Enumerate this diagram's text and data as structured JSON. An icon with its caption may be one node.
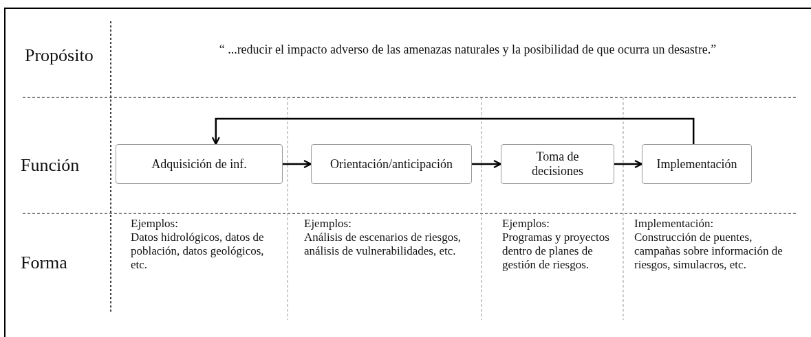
{
  "diagram": {
    "nodes": [
      {
        "text": [
          "Adquisición de inf."
        ]
      },
      {
        "text": [
          "Orientación/anticipación"
        ]
      },
      {
        "text": [
          "Toma de decisiones"
        ]
      },
      {
        "text": [
          "Implementación"
        ]
      }
    ],
    "edges": [
      {
        "from": 0,
        "to": 1,
        "arrow": "to"
      },
      {
        "from": 1,
        "to": 2,
        "arrow": "to"
      },
      {
        "from": 2,
        "to": 3,
        "arrow": "to"
      },
      {
        "from": 3,
        "to": 0,
        "arrow": "to"
      }
    ],
    "labels": [
      "Propósito",
      "“ ...reducir el impacto adverso de las amenazas naturales y la posibilidad de que ocurra un desastre.”",
      "Función",
      "Forma",
      "Ejemplos:",
      "Datos hidrológicos, datos de población, datos geológicos, etc.",
      "Ejemplos:",
      "Análisis de escenarios de riesgos, análisis de vulnerabilidades, etc.",
      "Ejemplos:",
      "Programas y proyectos dentro de planes de gestión de riesgos.",
      "Implementación:",
      "Construcción de puentes, campañas sobre información de riesgos, simulacros, etc."
    ]
  }
}
